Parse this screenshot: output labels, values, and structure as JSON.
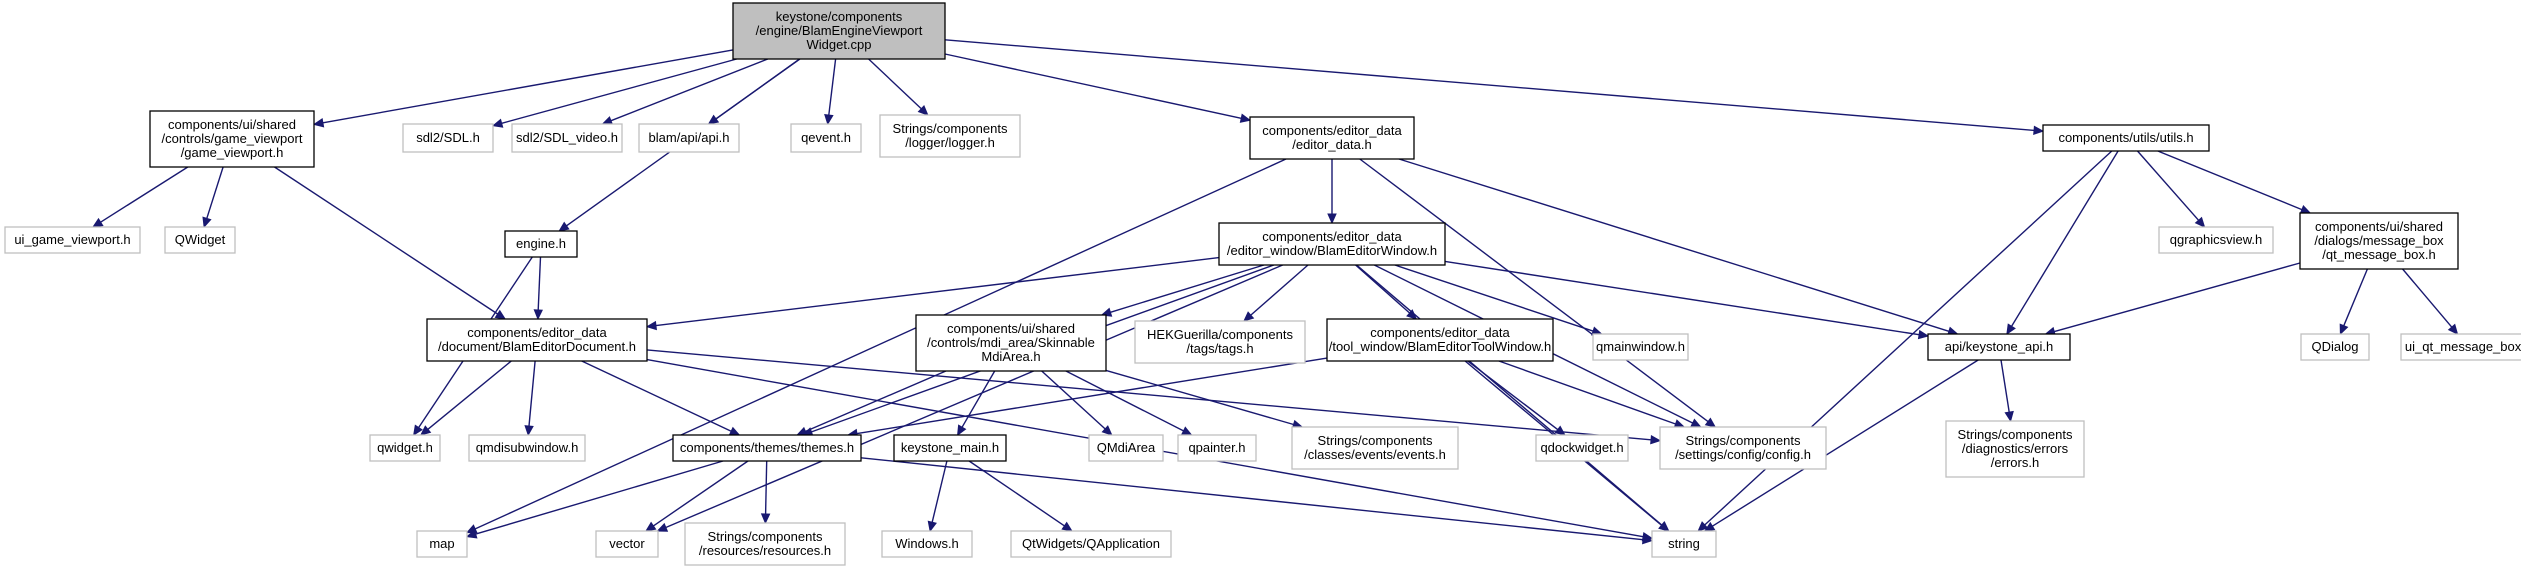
{
  "colors": {
    "edge": "#191970",
    "root_fill": "#bfbfbf",
    "ext_border": "#bfbfbf",
    "node_border": "#000000"
  },
  "nodes": {
    "root": {
      "lines": [
        "keystone/components",
        "/engine/BlamEngineViewport",
        "Widget.cpp"
      ],
      "kind": "root"
    },
    "game_viewport_h": {
      "lines": [
        "components/ui/shared",
        "/controls/game_viewport",
        "/game_viewport.h"
      ],
      "kind": "file"
    },
    "sdl_h": {
      "lines": [
        "sdl2/SDL.h"
      ],
      "kind": "external"
    },
    "sdl_video_h": {
      "lines": [
        "sdl2/SDL_video.h"
      ],
      "kind": "external"
    },
    "blam_api_h": {
      "lines": [
        "blam/api/api.h"
      ],
      "kind": "external"
    },
    "qevent_h": {
      "lines": [
        "qevent.h"
      ],
      "kind": "external"
    },
    "logger_h": {
      "lines": [
        "Strings/components",
        "/logger/logger.h"
      ],
      "kind": "external"
    },
    "editor_data_h": {
      "lines": [
        "components/editor_data",
        "/editor_data.h"
      ],
      "kind": "file"
    },
    "utils_h": {
      "lines": [
        "components/utils/utils.h"
      ],
      "kind": "file"
    },
    "ui_game_viewport_h": {
      "lines": [
        "ui_game_viewport.h"
      ],
      "kind": "external"
    },
    "qwidget_cls": {
      "lines": [
        "QWidget"
      ],
      "kind": "external"
    },
    "engine_h": {
      "lines": [
        "engine.h"
      ],
      "kind": "file"
    },
    "blam_editor_window_h": {
      "lines": [
        "components/editor_data",
        "/editor_window/BlamEditorWindow.h"
      ],
      "kind": "file"
    },
    "qgraphicsview_h": {
      "lines": [
        "qgraphicsview.h"
      ],
      "kind": "external"
    },
    "qt_message_box_h": {
      "lines": [
        "components/ui/shared",
        "/dialogs/message_box",
        "/qt_message_box.h"
      ],
      "kind": "file"
    },
    "blam_editor_document_h": {
      "lines": [
        "components/editor_data",
        "/document/BlamEditorDocument.h"
      ],
      "kind": "file"
    },
    "skinnable_mdi_area_h": {
      "lines": [
        "components/ui/shared",
        "/controls/mdi_area/Skinnable",
        "MdiArea.h"
      ],
      "kind": "file"
    },
    "tags_h": {
      "lines": [
        "HEKGuerilla/components",
        "/tags/tags.h"
      ],
      "kind": "external"
    },
    "blam_editor_tool_window_h": {
      "lines": [
        "components/editor_data",
        "/tool_window/BlamEditorToolWindow.h"
      ],
      "kind": "file"
    },
    "qmainwindow_h": {
      "lines": [
        "qmainwindow.h"
      ],
      "kind": "external"
    },
    "keystone_api_h": {
      "lines": [
        "api/keystone_api.h"
      ],
      "kind": "file"
    },
    "qdialog": {
      "lines": [
        "QDialog"
      ],
      "kind": "external"
    },
    "ui_qt_message_box_h": {
      "lines": [
        "ui_qt_message_box.h"
      ],
      "kind": "external"
    },
    "qwidget_h": {
      "lines": [
        "qwidget.h"
      ],
      "kind": "external"
    },
    "qmdisubwindow_h": {
      "lines": [
        "qmdisubwindow.h"
      ],
      "kind": "external"
    },
    "themes_h": {
      "lines": [
        "components/themes/themes.h"
      ],
      "kind": "file"
    },
    "keystone_main_h": {
      "lines": [
        "keystone_main.h"
      ],
      "kind": "file"
    },
    "qmdiarea": {
      "lines": [
        "QMdiArea"
      ],
      "kind": "external"
    },
    "qpainter_h": {
      "lines": [
        "qpainter.h"
      ],
      "kind": "external"
    },
    "events_h": {
      "lines": [
        "Strings/components",
        "/classes/events/events.h"
      ],
      "kind": "external"
    },
    "qdockwidget_h": {
      "lines": [
        "qdockwidget.h"
      ],
      "kind": "external"
    },
    "config_h": {
      "lines": [
        "Strings/components",
        "/settings/config/config.h"
      ],
      "kind": "external"
    },
    "errors_h": {
      "lines": [
        "Strings/components",
        "/diagnostics/errors",
        "/errors.h"
      ],
      "kind": "external"
    },
    "map": {
      "lines": [
        "map"
      ],
      "kind": "external"
    },
    "vector": {
      "lines": [
        "vector"
      ],
      "kind": "external"
    },
    "resources_h": {
      "lines": [
        "Strings/components",
        "/resources/resources.h"
      ],
      "kind": "external"
    },
    "windows_h": {
      "lines": [
        "Windows.h"
      ],
      "kind": "external"
    },
    "qapplication": {
      "lines": [
        "QtWidgets/QApplication"
      ],
      "kind": "external"
    },
    "string": {
      "lines": [
        "string"
      ],
      "kind": "external"
    }
  },
  "edges": [
    [
      "root",
      "game_viewport_h"
    ],
    [
      "root",
      "sdl_h"
    ],
    [
      "root",
      "sdl_video_h"
    ],
    [
      "root",
      "blam_api_h"
    ],
    [
      "root",
      "qevent_h"
    ],
    [
      "root",
      "logger_h"
    ],
    [
      "root",
      "editor_data_h"
    ],
    [
      "root",
      "utils_h"
    ],
    [
      "root",
      "engine_h"
    ],
    [
      "game_viewport_h",
      "ui_game_viewport_h"
    ],
    [
      "game_viewport_h",
      "qwidget_cls"
    ],
    [
      "game_viewport_h",
      "blam_editor_document_h"
    ],
    [
      "editor_data_h",
      "blam_editor_window_h"
    ],
    [
      "editor_data_h",
      "map"
    ],
    [
      "editor_data_h",
      "keystone_api_h"
    ],
    [
      "editor_data_h",
      "config_h"
    ],
    [
      "utils_h",
      "keystone_api_h"
    ],
    [
      "utils_h",
      "qgraphicsview_h"
    ],
    [
      "utils_h",
      "qt_message_box_h"
    ],
    [
      "utils_h",
      "string"
    ],
    [
      "engine_h",
      "blam_editor_document_h"
    ],
    [
      "engine_h",
      "qwidget_h"
    ],
    [
      "blam_editor_window_h",
      "blam_editor_document_h"
    ],
    [
      "blam_editor_window_h",
      "skinnable_mdi_area_h"
    ],
    [
      "blam_editor_window_h",
      "tags_h"
    ],
    [
      "blam_editor_window_h",
      "blam_editor_tool_window_h"
    ],
    [
      "blam_editor_window_h",
      "qmainwindow_h"
    ],
    [
      "blam_editor_window_h",
      "keystone_api_h"
    ],
    [
      "blam_editor_window_h",
      "themes_h"
    ],
    [
      "blam_editor_window_h",
      "config_h"
    ],
    [
      "blam_editor_window_h",
      "vector"
    ],
    [
      "blam_editor_window_h",
      "string"
    ],
    [
      "qt_message_box_h",
      "keystone_api_h"
    ],
    [
      "qt_message_box_h",
      "qdialog"
    ],
    [
      "qt_message_box_h",
      "ui_qt_message_box_h"
    ],
    [
      "blam_editor_document_h",
      "qwidget_h"
    ],
    [
      "blam_editor_document_h",
      "qmdisubwindow_h"
    ],
    [
      "blam_editor_document_h",
      "themes_h"
    ],
    [
      "blam_editor_document_h",
      "config_h"
    ],
    [
      "blam_editor_document_h",
      "string"
    ],
    [
      "skinnable_mdi_area_h",
      "themes_h"
    ],
    [
      "skinnable_mdi_area_h",
      "keystone_main_h"
    ],
    [
      "skinnable_mdi_area_h",
      "qmdiarea"
    ],
    [
      "skinnable_mdi_area_h",
      "qpainter_h"
    ],
    [
      "skinnable_mdi_area_h",
      "events_h"
    ],
    [
      "blam_editor_tool_window_h",
      "themes_h"
    ],
    [
      "blam_editor_tool_window_h",
      "qdockwidget_h"
    ],
    [
      "blam_editor_tool_window_h",
      "config_h"
    ],
    [
      "blam_editor_tool_window_h",
      "string"
    ],
    [
      "keystone_api_h",
      "errors_h"
    ],
    [
      "keystone_api_h",
      "string"
    ],
    [
      "themes_h",
      "map"
    ],
    [
      "themes_h",
      "vector"
    ],
    [
      "themes_h",
      "resources_h"
    ],
    [
      "themes_h",
      "string"
    ],
    [
      "keystone_main_h",
      "windows_h"
    ],
    [
      "keystone_main_h",
      "qapplication"
    ]
  ]
}
